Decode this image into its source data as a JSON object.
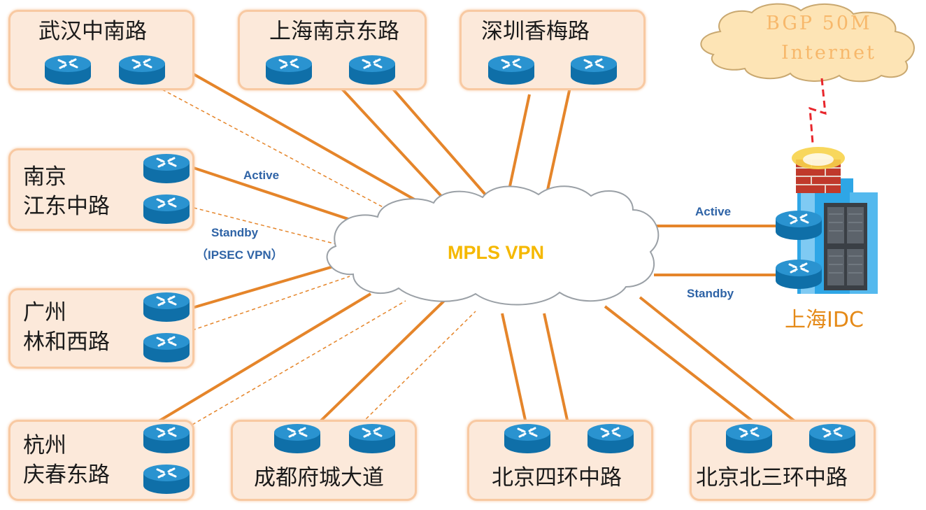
{
  "sites": {
    "wuhan": "武汉中南路",
    "shanghai_nj": "上海南京东路",
    "shenzhen": "深圳香梅路",
    "nanjing_1": "南京",
    "nanjing_2": "江东中路",
    "guangzhou_1": "广州",
    "guangzhou_2": "林和西路",
    "hangzhou_1": "杭州",
    "hangzhou_2": "庆春东路",
    "chengdu": "成都府城大道",
    "beijing_4": "北京四环中路",
    "beijing_n3": "北京北三环中路"
  },
  "cloud": {
    "label": "MPLS VPN"
  },
  "links": {
    "active_left": "Active",
    "standby_left": "Standby",
    "standby_left_sub": "（IPSEC VPN）",
    "active_right": "Active",
    "standby_right": "Standby"
  },
  "internet": {
    "line1": "BGP 50M",
    "line2": "Internet"
  },
  "idc": {
    "label": "上海IDC"
  },
  "colors": {
    "site_fill": "#fce9da",
    "site_border": "#f8c9a2",
    "active_line": "#e5852a",
    "standby_line": "#e5852a",
    "cloud_label": "#f5b800",
    "link_label": "#2e63a6",
    "internet_line": "#e8262c",
    "idc_label": "#e58a18"
  },
  "icons": [
    "router-icon",
    "mpls-cloud",
    "internet-cloud",
    "firewall-icon",
    "server-rack-icon",
    "building-icon"
  ]
}
